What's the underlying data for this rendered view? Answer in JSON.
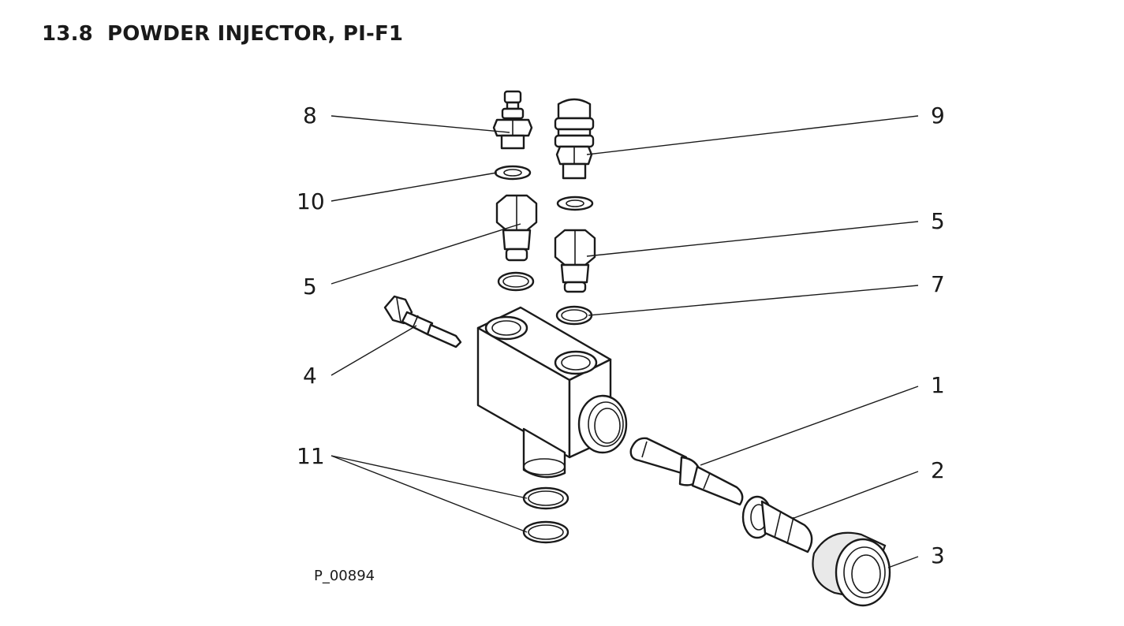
{
  "section": {
    "number": "13.8",
    "title": "POWDER INJECTOR, PI-F1"
  },
  "figure": {
    "reference": "P_00894",
    "callouts": [
      {
        "id": "8",
        "label": "8"
      },
      {
        "id": "9",
        "label": "9"
      },
      {
        "id": "10",
        "label": "10"
      },
      {
        "id": "5-right",
        "label": "5"
      },
      {
        "id": "5-left",
        "label": "5"
      },
      {
        "id": "7",
        "label": "7"
      },
      {
        "id": "4",
        "label": "4"
      },
      {
        "id": "1",
        "label": "1"
      },
      {
        "id": "2",
        "label": "2"
      },
      {
        "id": "11",
        "label": "11"
      },
      {
        "id": "3",
        "label": "3"
      }
    ]
  }
}
